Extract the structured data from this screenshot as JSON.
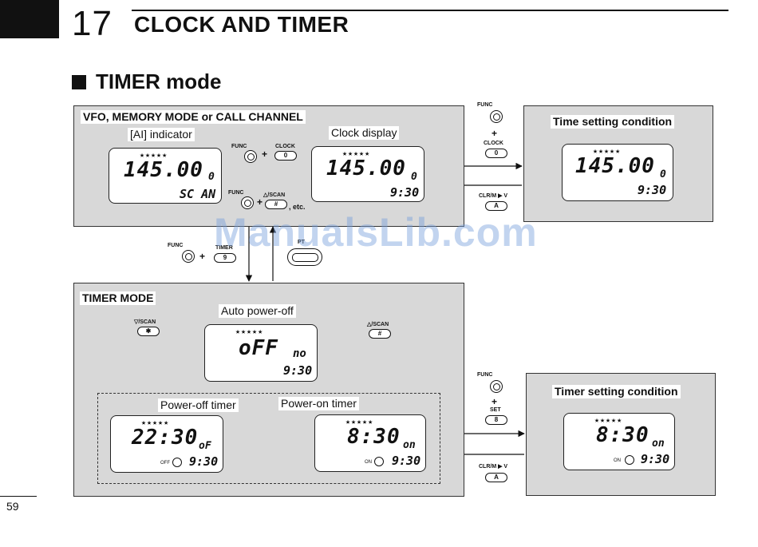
{
  "chapter": {
    "number": "17",
    "title": "CLOCK AND TIMER"
  },
  "section": {
    "title": "TIMER mode"
  },
  "panels": {
    "vfo": {
      "label": "VFO, MEMORY MODE or CALL CHANNEL",
      "ai_caption": "[AI] indicator",
      "clock_caption": "Clock display"
    },
    "time_setting": {
      "label": "Time setting condition"
    },
    "timer_mode": {
      "label": "TIMER MODE",
      "auto_caption": "Auto power-off",
      "off_caption": "Power-off timer",
      "on_caption": "Power-on timer"
    },
    "timer_setting": {
      "label": "Timer setting condition"
    }
  },
  "displays": {
    "lcd1": {
      "stars": "★★★★★",
      "main": "145.00",
      "ch": "0",
      "sub": "SC AN"
    },
    "lcd2": {
      "stars": "★★★★★",
      "main": "145.00",
      "ch": "0",
      "sub": "9:30"
    },
    "lcd3": {
      "stars": "★★★★★",
      "main": "145.00",
      "ch": "0",
      "sub": "9:30"
    },
    "lcd4": {
      "stars": "★★★★★",
      "main": "oFF",
      "ch": "no",
      "sub": "9:30"
    },
    "lcd5": {
      "stars": "★★★★★",
      "main": "22:30",
      "ch": "oF",
      "tag": "OFF",
      "sub": "9:30"
    },
    "lcd6": {
      "stars": "★★★★★",
      "main": "8:30",
      "ch": "on",
      "tag": "ON",
      "sub": "9:30"
    },
    "lcd7": {
      "stars": "★★★★★",
      "main": "8:30",
      "ch": "on",
      "tag": "ON",
      "sub": "9:30"
    }
  },
  "keys": {
    "func": "FUNC",
    "clock": "CLOCK",
    "zero": "0",
    "up_scan": "△/SCAN",
    "down_scan": "▽/SCAN",
    "hash": "#",
    "star": "✱",
    "etc": ", etc.",
    "timer": "TIMER",
    "nine": "9",
    "pt": "PT",
    "clrm": "CLR/M ▶ V",
    "a": "A",
    "set": "SET",
    "eight": "8",
    "plus": "+"
  },
  "watermark": "ManualsLib.com",
  "page_number": "59"
}
